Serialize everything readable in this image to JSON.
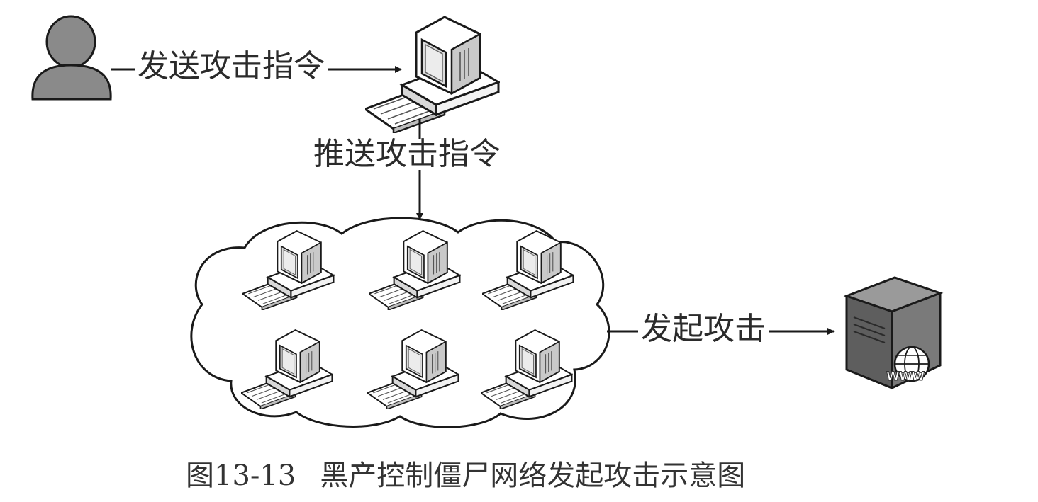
{
  "labels": {
    "send_command": "发送攻击指令",
    "push_command": "推送攻击指令",
    "launch_attack": "发起攻击",
    "www": "WWW"
  },
  "caption": {
    "figure_number": "图13-13",
    "title": "黑产控制僵尸网络发起攻击示意图"
  },
  "nodes": {
    "attacker": "person-icon",
    "controller": "desktop-computer-icon",
    "botnet": "cloud-icon",
    "bots": [
      "desktop-computer-icon",
      "desktop-computer-icon",
      "desktop-computer-icon",
      "desktop-computer-icon",
      "desktop-computer-icon",
      "desktop-computer-icon"
    ],
    "target": "web-server-icon"
  },
  "colors": {
    "line": "#1a1a1a",
    "person_fill": "#8a8a8a",
    "server_fill": "#6e6e6e",
    "monitor_screen": "#cfcfcf"
  }
}
